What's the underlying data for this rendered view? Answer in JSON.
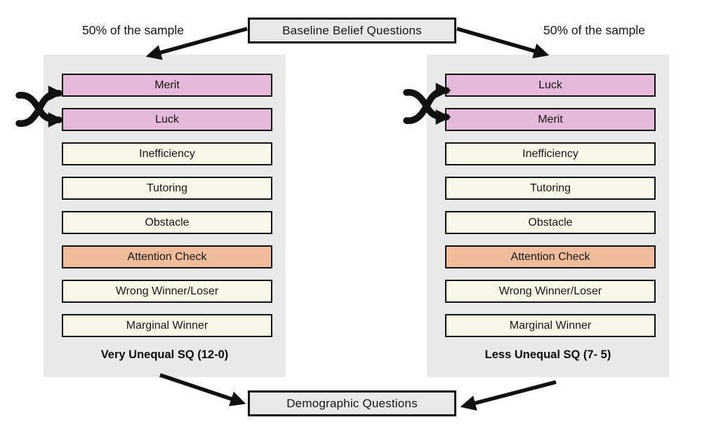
{
  "colors": {
    "pink": "#e4b9d9",
    "cream": "#f9f8e8",
    "orange": "#f0bd9b",
    "panel": "#e9e9e9",
    "graybox": "#e8e8e8",
    "arrow": "#111111"
  },
  "icons": {
    "shuffle": "crossing-arrows-shuffle",
    "arrow": "solid-black-arrow"
  },
  "top_box": {
    "label": "Baseline Belief Questions"
  },
  "bottom_box": {
    "label": "Demographic Questions"
  },
  "left_branch": {
    "sample_label": "50% of the sample",
    "caption": "Very Unequal SQ (12-0)",
    "items": [
      {
        "label": "Merit",
        "type": "pink"
      },
      {
        "label": "Luck",
        "type": "pink"
      },
      {
        "label": "Inefficiency",
        "type": "cream"
      },
      {
        "label": "Tutoring",
        "type": "cream"
      },
      {
        "label": "Obstacle",
        "type": "cream"
      },
      {
        "label": "Attention Check",
        "type": "orange"
      },
      {
        "label": "Wrong Winner/Loser",
        "type": "cream"
      },
      {
        "label": "Marginal Winner",
        "type": "cream"
      }
    ]
  },
  "right_branch": {
    "sample_label": "50% of the sample",
    "caption": "Less Unequal SQ (7- 5)",
    "items": [
      {
        "label": "Luck",
        "type": "pink"
      },
      {
        "label": "Merit",
        "type": "pink"
      },
      {
        "label": "Inefficiency",
        "type": "cream"
      },
      {
        "label": "Tutoring",
        "type": "cream"
      },
      {
        "label": "Obstacle",
        "type": "cream"
      },
      {
        "label": "Attention Check",
        "type": "orange"
      },
      {
        "label": "Wrong Winner/Loser",
        "type": "cream"
      },
      {
        "label": "Marginal Winner",
        "type": "cream"
      }
    ]
  }
}
